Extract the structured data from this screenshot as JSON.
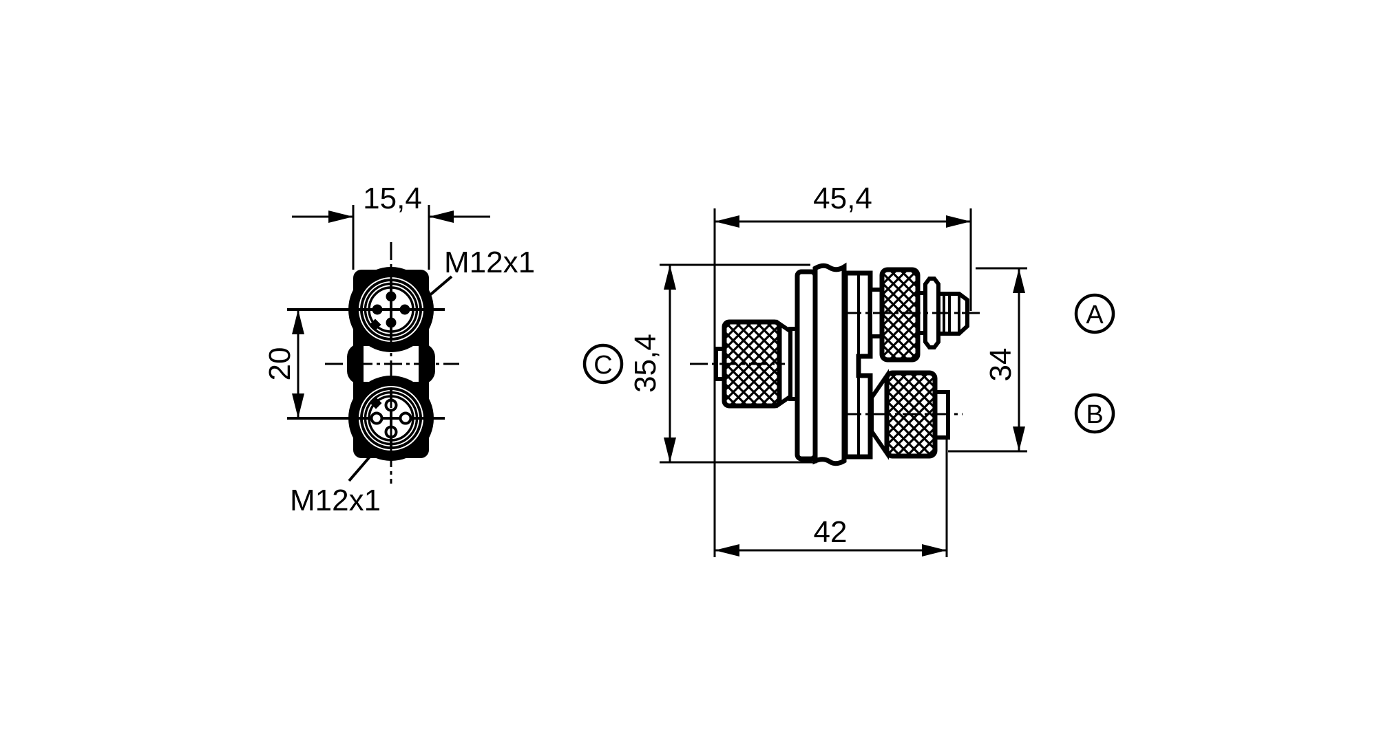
{
  "colors": {
    "ink": "#000000",
    "paper": "#ffffff"
  },
  "front_view": {
    "dim_width": "15,4",
    "dim_spacing": "20",
    "thread_label_top": "M12x1",
    "thread_label_bottom": "M12x1"
  },
  "side_view": {
    "dim_overall_width": "45,4",
    "dim_body_height": "35,4",
    "dim_branch_height": "34",
    "dim_lower_width": "42",
    "port_a": "A",
    "port_b": "B",
    "port_c": "C"
  }
}
